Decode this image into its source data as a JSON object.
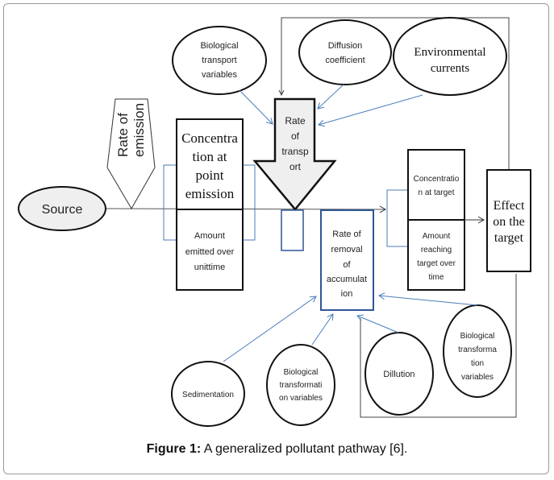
{
  "figure": {
    "caption_label": "Figure 1:",
    "caption_text": " A generalized pollutant pathway [6]."
  },
  "nodes": {
    "source": "Source",
    "rate_of_emission": [
      "Rate of",
      "emission"
    ],
    "concentration_point": [
      "Concentra",
      "tion at",
      "point",
      "emission"
    ],
    "amount_emitted": [
      "Amount",
      "emitted over",
      "unittime"
    ],
    "rate_of_transport": [
      "Rate",
      "of",
      "transp",
      "ort"
    ],
    "rate_of_removal": [
      "Rate of",
      "removal",
      "of",
      "accumulat",
      "ion"
    ],
    "concentration_target": [
      "Concentratio",
      "n at target"
    ],
    "amount_reaching": [
      "Amount",
      "reaching",
      "target over",
      "time"
    ],
    "effect_target": [
      "Effect",
      "on the",
      "target"
    ],
    "biological_transport": [
      "Biological",
      "transport",
      "variables"
    ],
    "diffusion": [
      "Diffusion",
      "coefficient"
    ],
    "environmental_currents": [
      "Environmental",
      "currents"
    ],
    "sedimentation": [
      "Sedimentation"
    ],
    "bio_transformation_1": [
      "Biological",
      "transformati",
      "on variables"
    ],
    "dillution": [
      "Dillution"
    ],
    "bio_transformation_2": [
      "Biological",
      "transforma",
      "tion",
      "variables"
    ]
  },
  "colors": {
    "accent_blue": "#4a7ebb",
    "box_blue": "#2f5597",
    "fill_gray": "#efefef"
  }
}
